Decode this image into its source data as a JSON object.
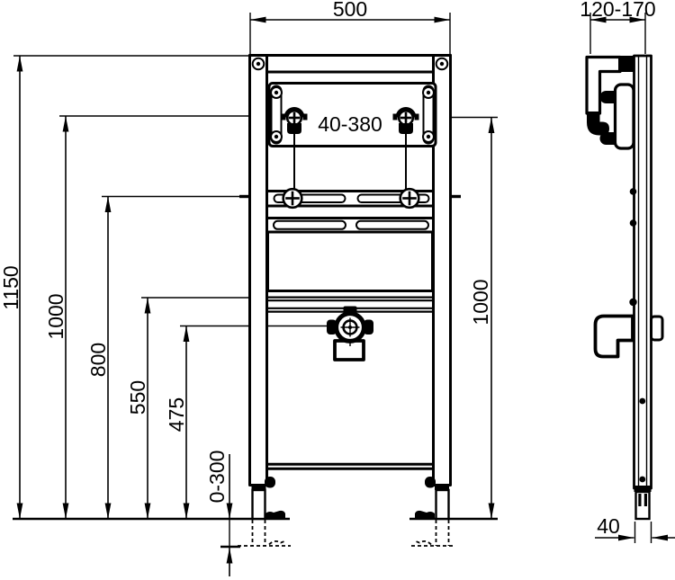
{
  "theme": {
    "background": "#ffffff",
    "line_color": "#000000"
  },
  "drawing_type": "washbasin-installation-frame-dimension-drawing",
  "front_view": {
    "width": "500",
    "fixing_bolt_spacing": "40-380",
    "total_height": "1150",
    "fixing_bolt_height": "1000",
    "crossbar_height": "800",
    "water_supply_height": "550",
    "drain_outlet_height": "475",
    "foot_extension_range": "0-300",
    "fixing_bolt_height_right": "1000"
  },
  "side_view": {
    "depth_range": "120-170",
    "foot_depth": "40"
  }
}
